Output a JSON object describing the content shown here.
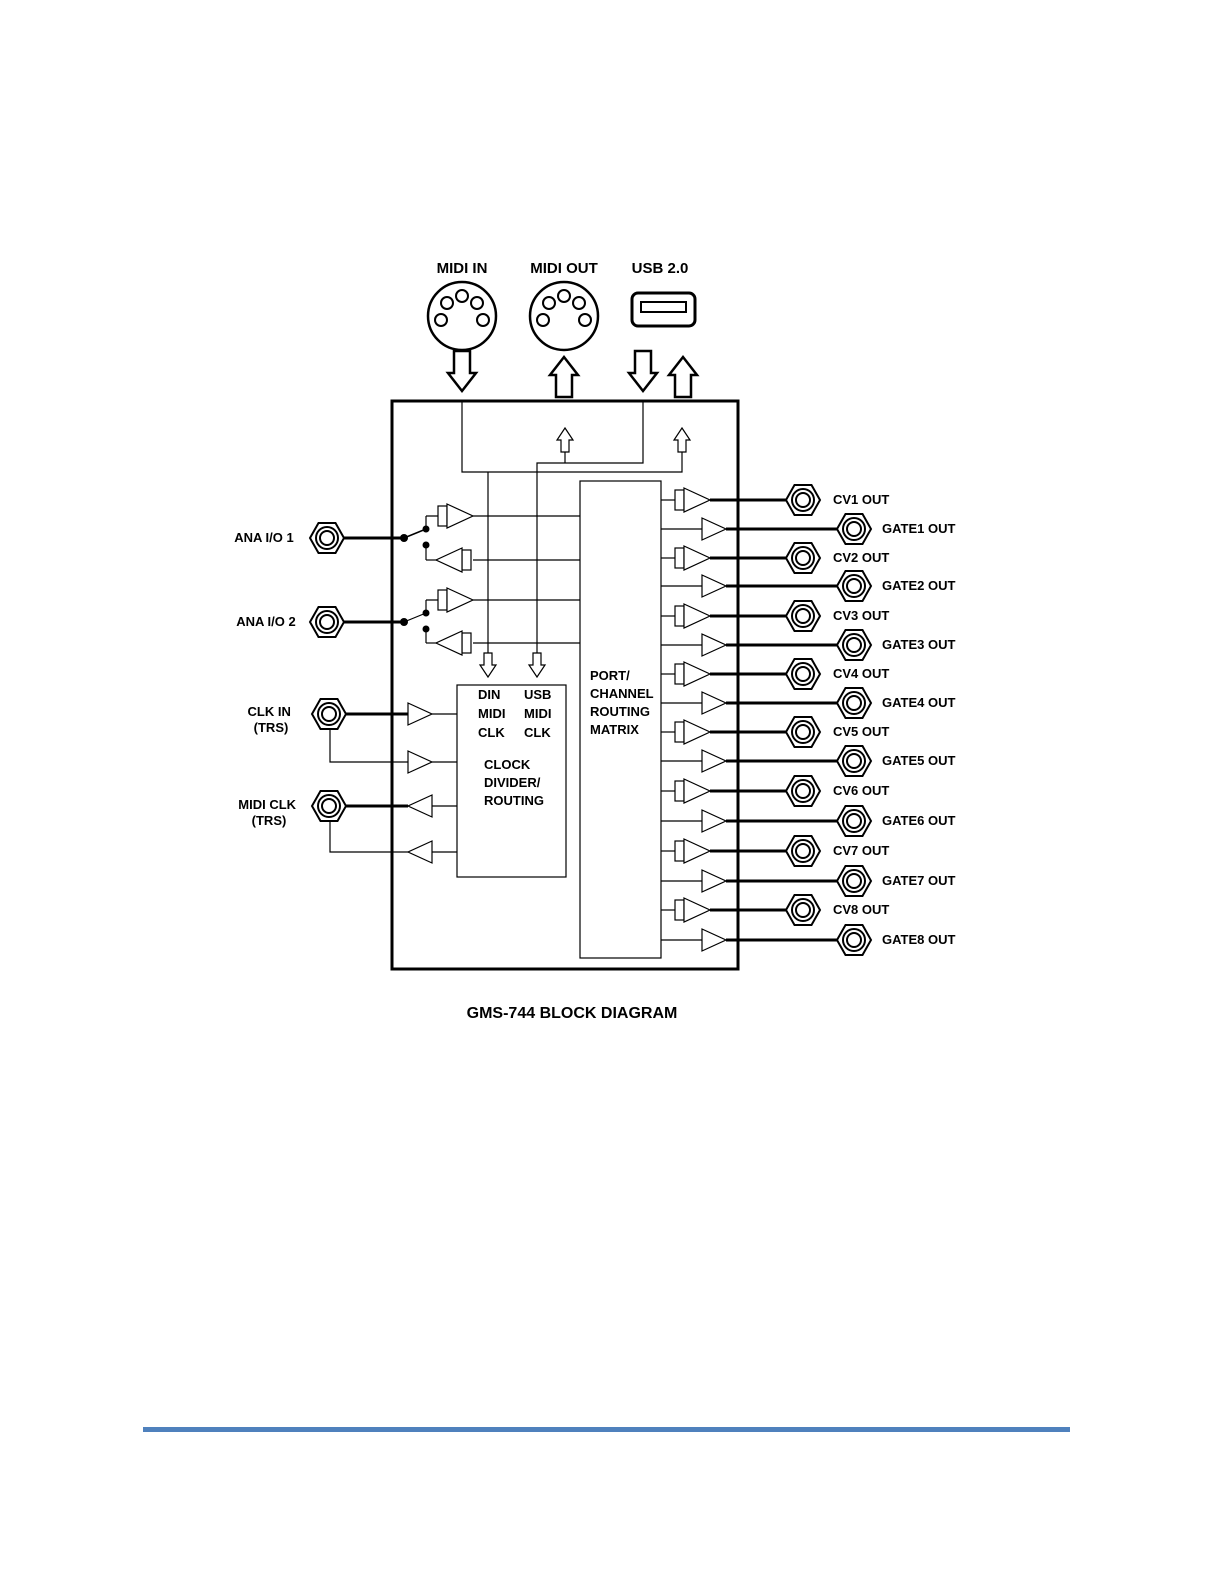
{
  "connectors_top": {
    "midi_in": "MIDI IN",
    "midi_out": "MIDI OUT",
    "usb": "USB 2.0"
  },
  "left_jacks": {
    "ana1": "ANA I/O 1",
    "ana2": "ANA I/O 2",
    "clk_in": [
      "CLK IN",
      "(TRS)"
    ],
    "midi_clk": [
      "MIDI CLK",
      "(TRS)"
    ]
  },
  "clock_block": {
    "din": [
      "DIN",
      "MIDI",
      "CLK"
    ],
    "usb": [
      "USB",
      "MIDI",
      "CLK"
    ],
    "title": [
      "CLOCK",
      "DIVIDER/",
      "ROUTING"
    ]
  },
  "matrix_block": {
    "title": [
      "PORT/",
      "CHANNEL",
      "ROUTING",
      "MATRIX"
    ]
  },
  "outputs": {
    "cv": [
      "CV1 OUT",
      "CV2 OUT",
      "CV3 OUT",
      "CV4 OUT",
      "CV5 OUT",
      "CV6 OUT",
      "CV7 OUT",
      "CV8 OUT"
    ],
    "gate": [
      "GATE1 OUT",
      "GATE2 OUT",
      "GATE3 OUT",
      "GATE4 OUT",
      "GATE5 OUT",
      "GATE6 OUT",
      "GATE7 OUT",
      "GATE8 OUT"
    ]
  },
  "caption": "GMS-744 BLOCK DIAGRAM",
  "colors": {
    "line": "#000000",
    "footer_rule": "#4f81bd"
  }
}
